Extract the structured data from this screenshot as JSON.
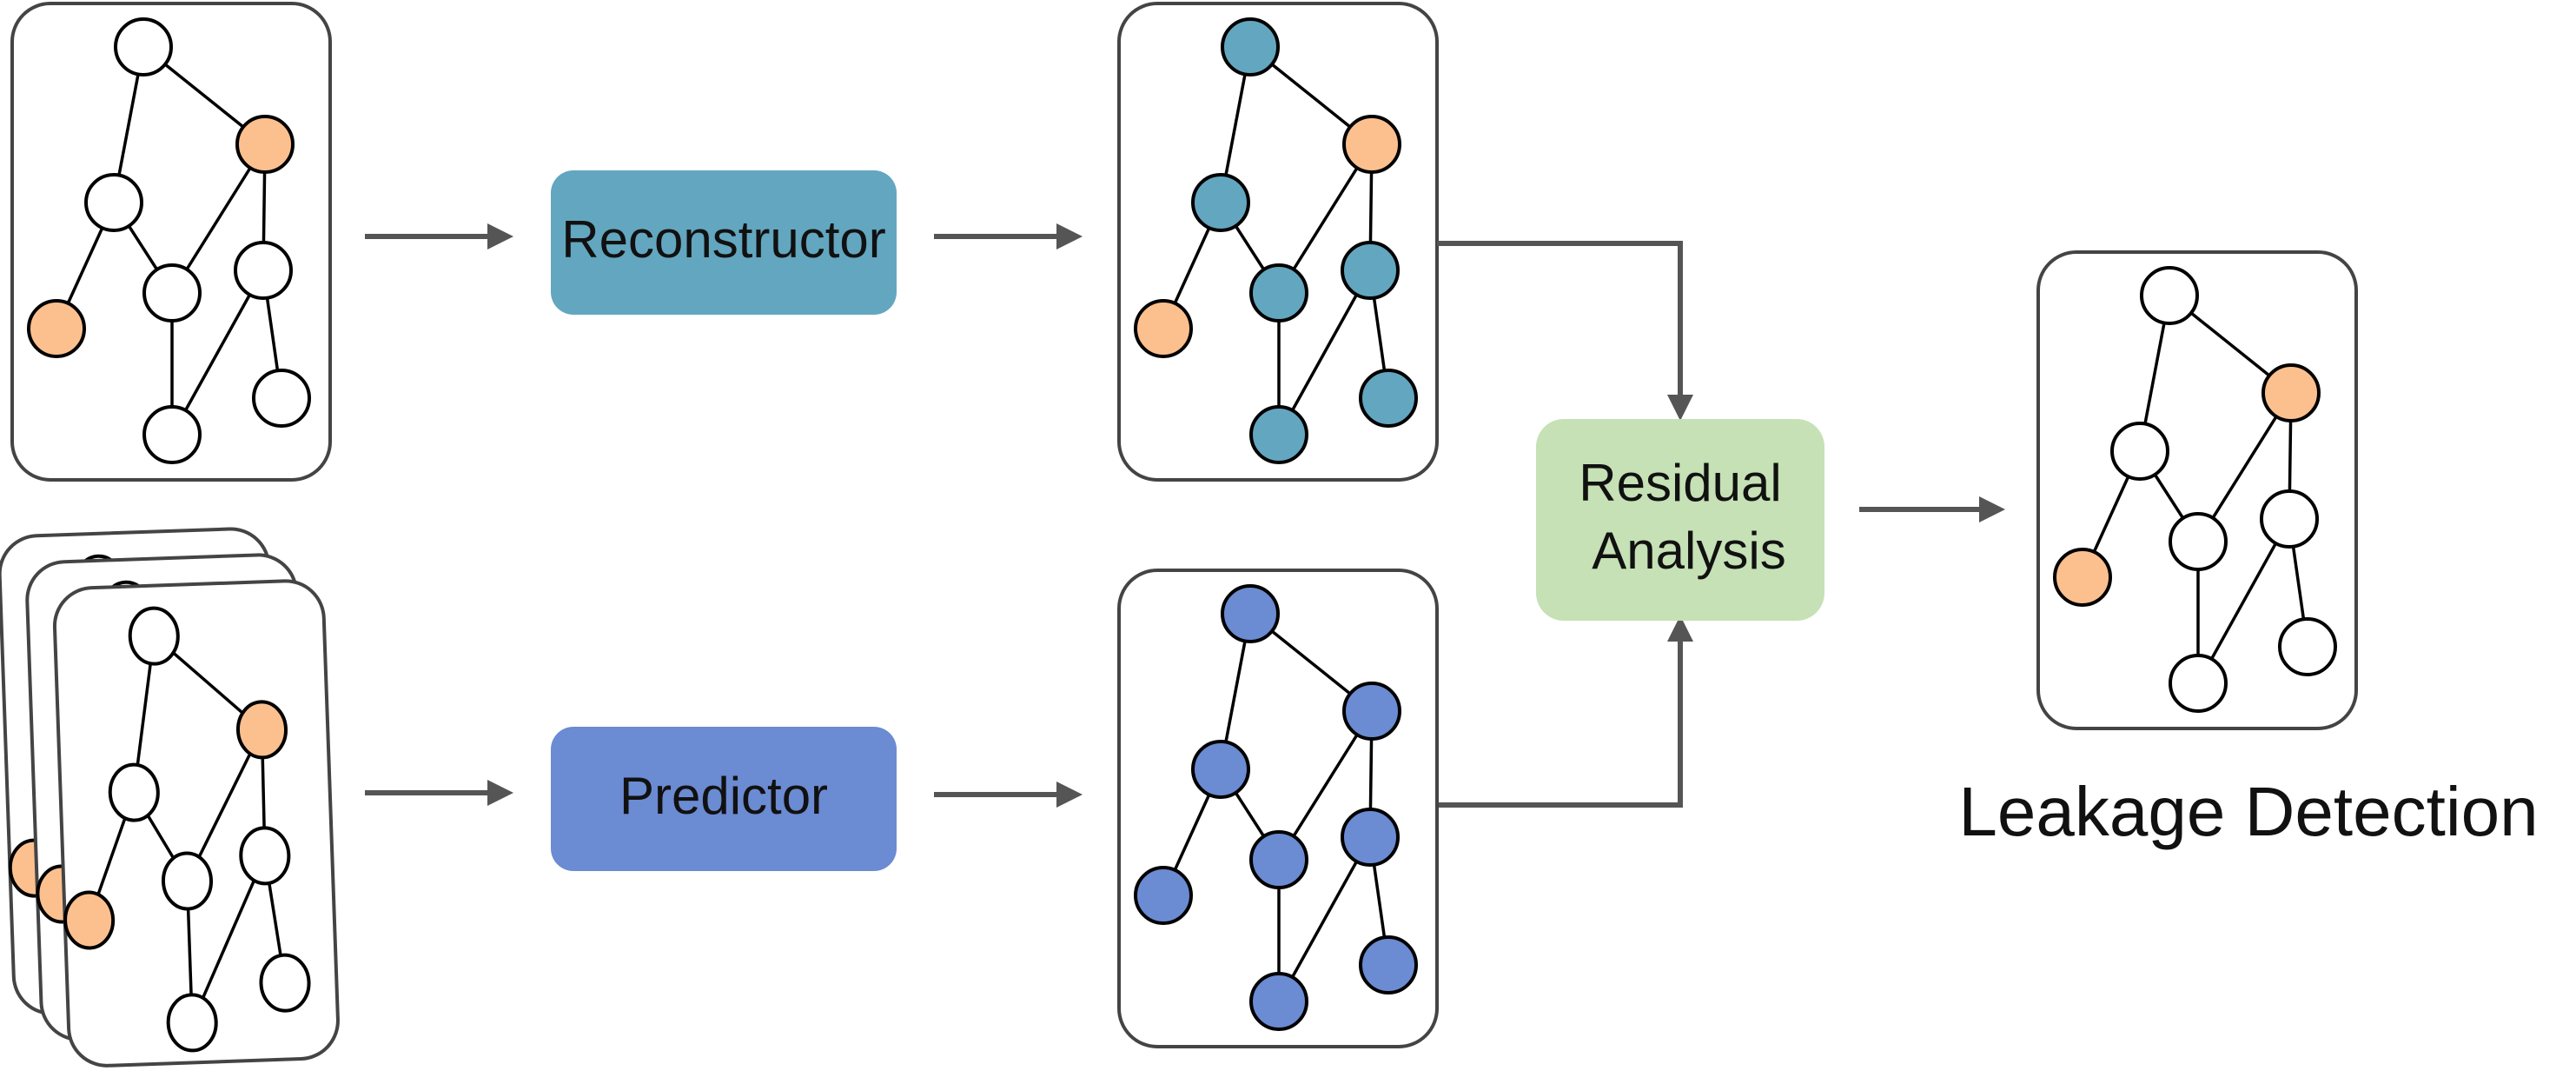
{
  "colors": {
    "orange": "#fcc08f",
    "teal": "#63a6bf",
    "blue": "#6b8bd2",
    "white": "#ffffff",
    "green": "#c5e1b5",
    "red": "#cc1111",
    "arrow": "#555555",
    "border": "#444444"
  },
  "boxes": {
    "reconstructor": "Reconstructor",
    "predictor": "Predictor",
    "residual_line1": "Residual",
    "residual_line2": "Analysis"
  },
  "output": {
    "title": "Leakage Detection"
  },
  "graph": {
    "nodes": [
      {
        "id": "n1"
      },
      {
        "id": "n2"
      },
      {
        "id": "n3"
      },
      {
        "id": "n4"
      },
      {
        "id": "n5"
      },
      {
        "id": "n6"
      },
      {
        "id": "n7"
      },
      {
        "id": "n8"
      },
      {
        "id": "n9"
      }
    ],
    "edges": [
      [
        "n1",
        "n2"
      ],
      [
        "n1",
        "n3"
      ],
      [
        "n3",
        "n4"
      ],
      [
        "n3",
        "n5"
      ],
      [
        "n4",
        "n6"
      ],
      [
        "n4",
        "n7"
      ],
      [
        "n2",
        "n7"
      ],
      [
        "n5",
        "n9"
      ],
      [
        "n6",
        "n8"
      ]
    ],
    "input_graph_colors": [
      "white",
      "orange",
      "white",
      "white",
      "white",
      "orange",
      "white",
      "white",
      "white"
    ],
    "recon_graph_colors": [
      "teal",
      "orange",
      "teal",
      "teal",
      "teal",
      "orange",
      "teal",
      "teal",
      "teal"
    ],
    "pred_graph_colors": [
      "blue",
      "blue",
      "blue",
      "blue",
      "blue",
      "blue",
      "blue",
      "blue",
      "blue"
    ],
    "history_graph_colors": [
      "white",
      "orange",
      "white",
      "white",
      "white",
      "orange",
      "white",
      "white",
      "white"
    ],
    "output_graph_colors": [
      "white",
      "orange",
      "white",
      "white",
      "white",
      "orange",
      "white",
      "white",
      "white"
    ],
    "leak_edges": [
      [
        "n1",
        "n3"
      ],
      [
        "n2",
        "n8"
      ]
    ]
  }
}
